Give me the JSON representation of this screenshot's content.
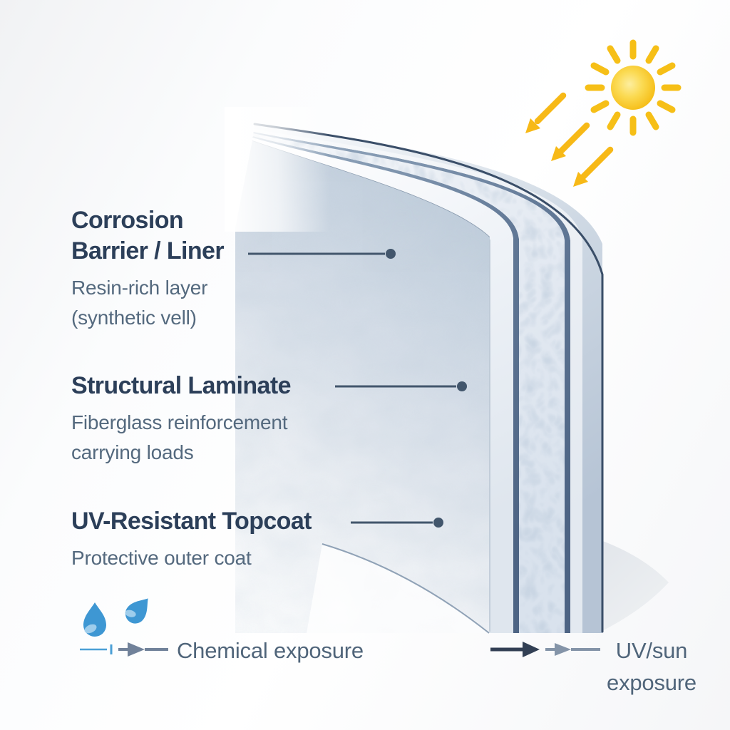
{
  "callouts": [
    {
      "title": "Corrosion\nBarrier / Liner",
      "desc": "Resin-rich layer\n(synthetic vell)"
    },
    {
      "title": "Structural Laminate",
      "desc": "Fiberglass reinforcement\ncarrying loads"
    },
    {
      "title": "UV-Resistant Topcoat",
      "desc": "Protective outer coat"
    }
  ],
  "exposures": {
    "chemical": {
      "label": "Chemical exposure"
    },
    "uv": {
      "label": "UV/sun\nexposure"
    }
  },
  "icons": {
    "sun": "sun-icon",
    "uv_rays": "uv-ray-arrow-icon",
    "droplets": "water-droplet-icon",
    "chemical_arrow_blue": "chemical-arrow-blue-icon",
    "chemical_arrow_gray": "chemical-arrow-gray-icon",
    "uv_arrow_dark": "uv-arrow-dark-icon",
    "uv_arrow_gray": "uv-arrow-gray-icon"
  },
  "colors": {
    "heading_text": "#2c3f59",
    "body_text": "#54697e",
    "leader": "#42566c",
    "sun_ray": "#f6bf17",
    "uv_arrow": "#f7b917",
    "droplet": "#3e97d3",
    "droplet_highlight": "#a9d3ee",
    "chem_arrow_blue": "#4ba0d6",
    "chem_arrow_gray": "#71829a",
    "uv_arrow_dark": "#323f54",
    "uv_arrow_gray": "#8494a8",
    "layer_dark_line": "#5c7494",
    "layer_fiber": "#dde5ef",
    "layer_outer": "#c3d0de",
    "panel_edge": "#3a4e68"
  }
}
